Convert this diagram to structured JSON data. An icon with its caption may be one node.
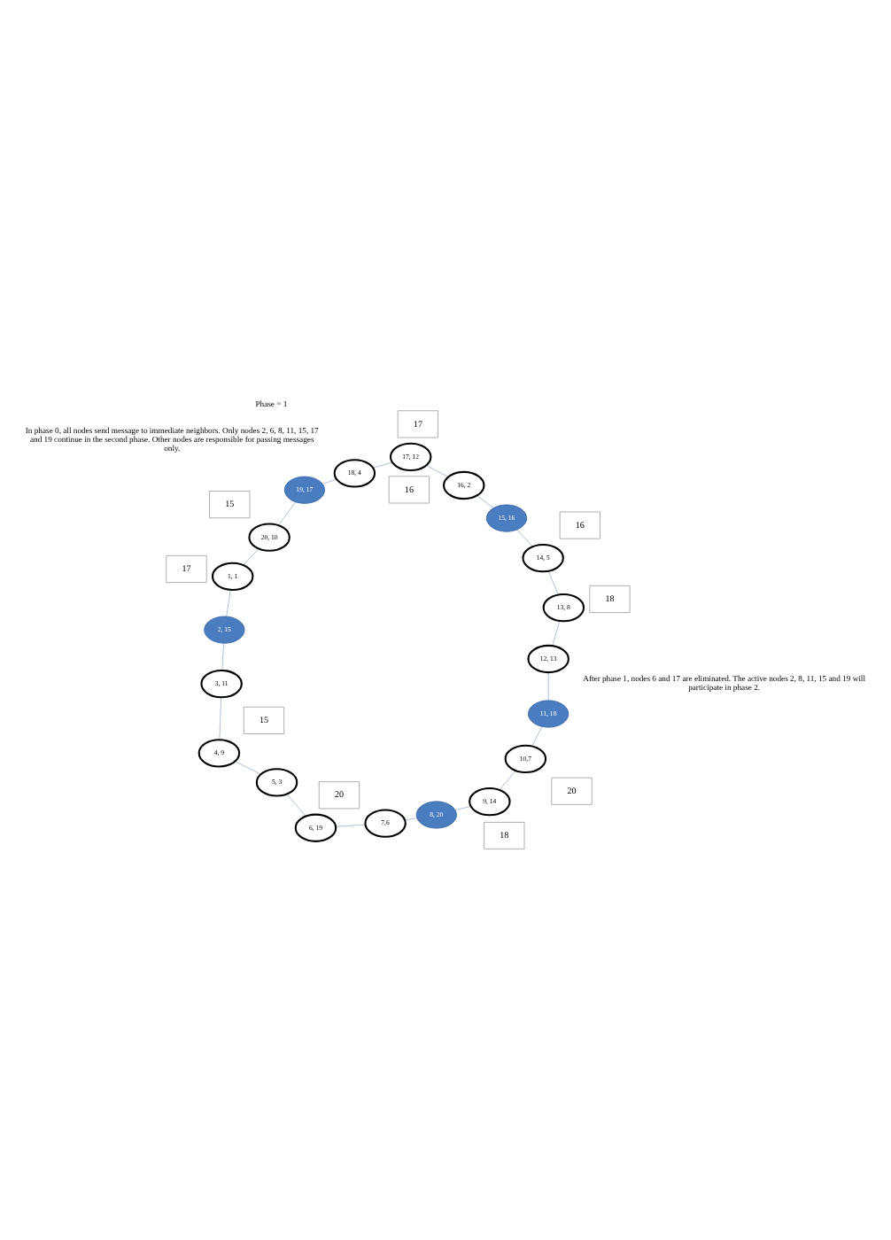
{
  "diagram": {
    "nodes": [
      {
        "text": [
          "1, 1"
        ]
      },
      {
        "text": [
          "2, 15"
        ]
      },
      {
        "text": [
          "3, 11"
        ]
      },
      {
        "text": [
          "4, 9"
        ]
      },
      {
        "text": [
          "5, 3"
        ]
      },
      {
        "text": [
          "6, 19"
        ]
      },
      {
        "text": [
          "7,6"
        ]
      },
      {
        "text": [
          "8, 20"
        ]
      },
      {
        "text": [
          "9, 14"
        ]
      },
      {
        "text": [
          "10,7"
        ]
      },
      {
        "text": [
          "11, 18"
        ]
      },
      {
        "text": [
          "12, 13"
        ]
      },
      {
        "text": [
          "13, 8"
        ]
      },
      {
        "text": [
          "14, 5"
        ]
      },
      {
        "text": [
          "15, 16"
        ]
      },
      {
        "text": [
          "16, 2"
        ]
      },
      {
        "text": [
          "17, 12"
        ]
      },
      {
        "text": [
          "18, 4"
        ]
      },
      {
        "text": [
          "19, 17"
        ]
      },
      {
        "text": [
          "20, 10"
        ]
      },
      {
        "text": [
          "17"
        ]
      },
      {
        "text": [
          "15"
        ]
      },
      {
        "text": [
          "15"
        ]
      },
      {
        "text": [
          "20"
        ]
      },
      {
        "text": [
          "17"
        ]
      },
      {
        "text": [
          "16"
        ]
      },
      {
        "text": [
          "18"
        ]
      },
      {
        "text": [
          "16"
        ]
      },
      {
        "text": [
          "20"
        ]
      },
      {
        "text": [
          "18"
        ]
      }
    ],
    "edges": [
      {
        "from": 0,
        "to": 1,
        "arrow": "none"
      },
      {
        "from": 1,
        "to": 2,
        "arrow": "none"
      },
      {
        "from": 2,
        "to": 3,
        "arrow": "none"
      },
      {
        "from": 3,
        "to": 4,
        "arrow": "none"
      },
      {
        "from": 4,
        "to": 5,
        "arrow": "none"
      },
      {
        "from": 5,
        "to": 6,
        "arrow": "none"
      },
      {
        "from": 6,
        "to": 7,
        "arrow": "none"
      },
      {
        "from": 7,
        "to": 8,
        "arrow": "none"
      },
      {
        "from": 8,
        "to": 9,
        "arrow": "none"
      },
      {
        "from": 9,
        "to": 10,
        "arrow": "none"
      },
      {
        "from": 10,
        "to": 11,
        "arrow": "none"
      },
      {
        "from": 11,
        "to": 12,
        "arrow": "none"
      },
      {
        "from": 12,
        "to": 13,
        "arrow": "none"
      },
      {
        "from": 13,
        "to": 14,
        "arrow": "none"
      },
      {
        "from": 14,
        "to": 15,
        "arrow": "none"
      },
      {
        "from": 15,
        "to": 16,
        "arrow": "none"
      },
      {
        "from": 16,
        "to": 17,
        "arrow": "none"
      },
      {
        "from": 17,
        "to": 18,
        "arrow": "none"
      },
      {
        "from": 18,
        "to": 19,
        "arrow": "none"
      },
      {
        "from": 19,
        "to": 0,
        "arrow": "none"
      }
    ],
    "labels": [
      "In phase 0, all nodes send message to immediate neighbors. Only nodes 2, 6, 8, 11, 15, 17 and 19 continue in the second phase. Other nodes are responsible for passing messages only.",
      "Phase = 1",
      "After phase 1, nodes 6 and 17 are eliminated. The active nodes 2, 8, 11, 15 and 19 will participate in phase 2."
    ]
  }
}
